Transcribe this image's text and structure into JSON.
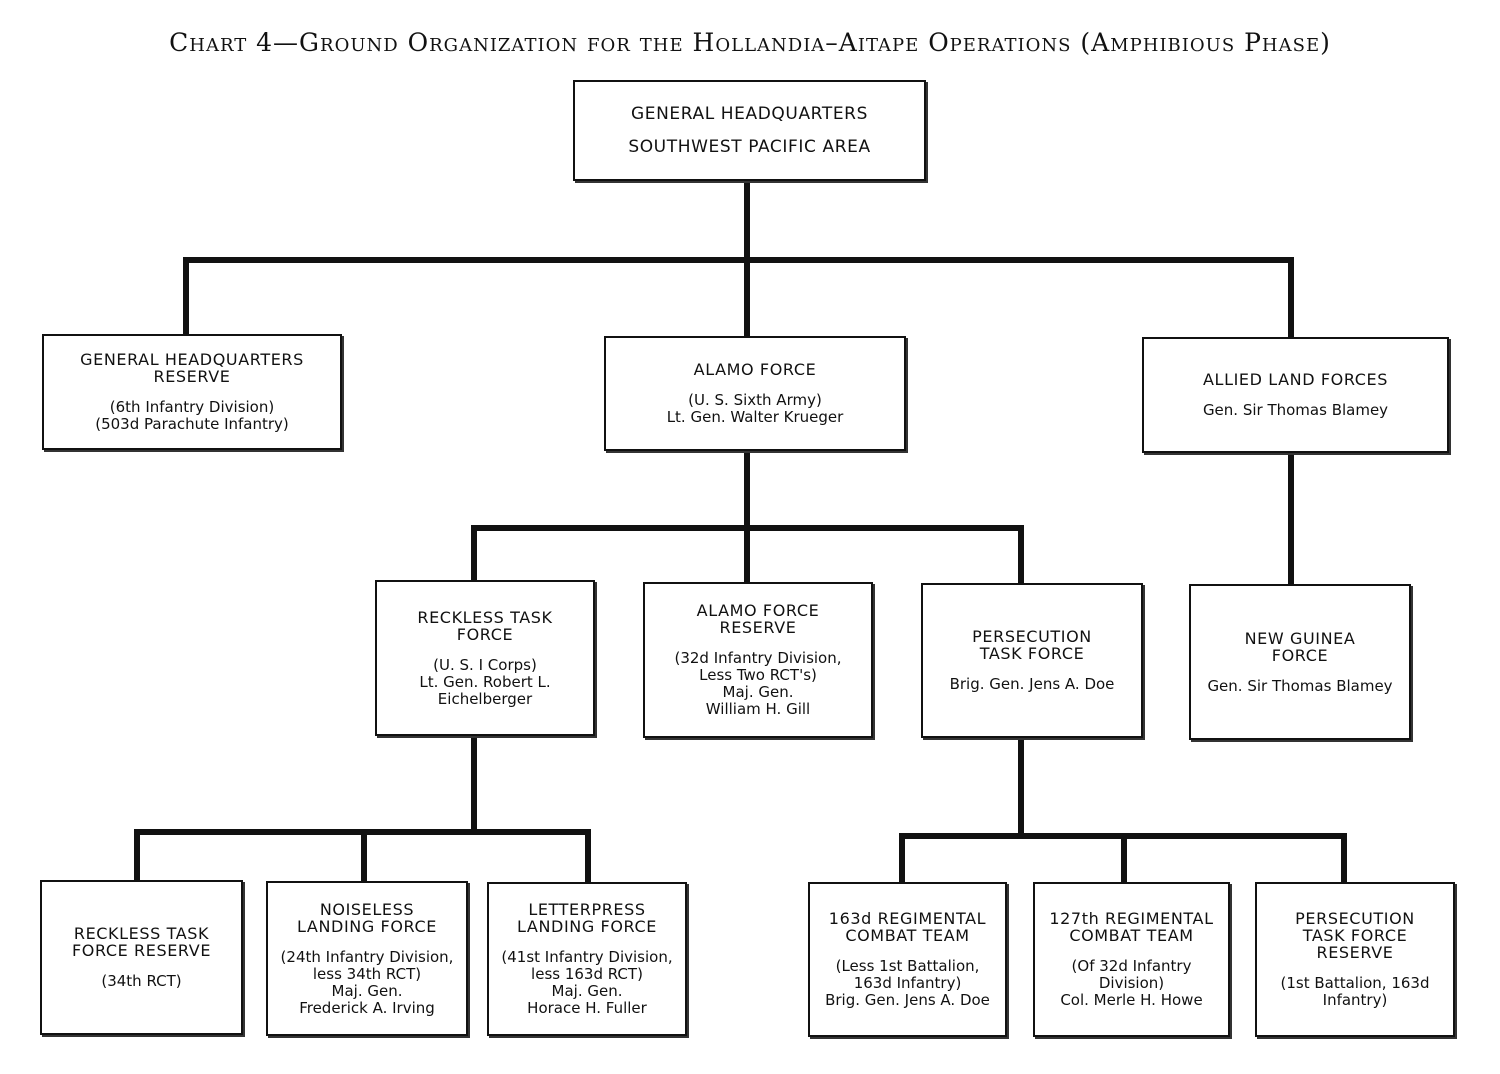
{
  "title": "Chart 4—Ground Organization for the Hollandia–Aitape Operations (Amphibious Phase)",
  "nodes": {
    "ghq": {
      "name": "GENERAL HEADQUARTERS\nSOUTHWEST PACIFIC AREA"
    },
    "ghq_reserve": {
      "name": "GENERAL  HEADQUARTERS\nRESERVE",
      "detail": "(6th Infantry Division)\n(503d Parachute Infantry)"
    },
    "alamo": {
      "name": "ALAMO FORCE",
      "detail": "(U. S. Sixth Army)\nLt. Gen. Walter Krueger"
    },
    "allied_land": {
      "name": "ALLIED LAND FORCES",
      "detail": "Gen. Sir Thomas Blamey"
    },
    "reckless": {
      "name": "RECKLESS TASK\nFORCE",
      "detail": "(U. S. I Corps)\nLt. Gen. Robert L.\nEichelberger"
    },
    "alamo_reserve": {
      "name": "ALAMO FORCE\nRESERVE",
      "detail": "(32d Infantry Division,\nLess Two RCT's)\nMaj. Gen.\nWilliam H. Gill"
    },
    "persecution": {
      "name": "PERSECUTION\nTASK FORCE",
      "detail": "Brig. Gen. Jens A. Doe"
    },
    "new_guinea": {
      "name": "NEW GUINEA\nFORCE",
      "detail": "Gen. Sir Thomas Blamey"
    },
    "reckless_reserve": {
      "name": "RECKLESS TASK\nFORCE RESERVE",
      "detail": "(34th RCT)"
    },
    "noiseless": {
      "name": "NOISELESS\nLANDING FORCE",
      "detail": "(24th Infantry Division,\nless 34th RCT)\nMaj. Gen.\nFrederick A. Irving"
    },
    "letterpress": {
      "name": "LETTERPRESS\nLANDING FORCE",
      "detail": "(41st Infantry Division,\nless 163d RCT)\nMaj. Gen.\nHorace H. Fuller"
    },
    "rct163": {
      "name": "163d REGIMENTAL\nCOMBAT TEAM",
      "detail": "(Less 1st Battalion,\n163d Infantry)\nBrig. Gen. Jens A. Doe"
    },
    "rct127": {
      "name": "127th REGIMENTAL\nCOMBAT TEAM",
      "detail": "(Of 32d Infantry\nDivision)\nCol. Merle H. Howe"
    },
    "persecution_reserve": {
      "name": "PERSECUTION\nTASK FORCE\nRESERVE",
      "detail": "(1st Battalion, 163d\nInfantry)"
    }
  }
}
